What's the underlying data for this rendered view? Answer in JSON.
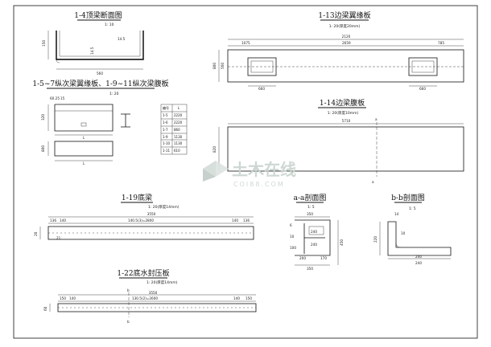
{
  "views": {
    "v1": {
      "title": "1-4顶梁断面图",
      "scale": "1: 10",
      "dims": {
        "width": "560",
        "height": "150",
        "thickness": "14.5",
        "lip": "14.5"
      }
    },
    "v2": {
      "title": "1-5~7纵次梁翼缘板、1-9~11纵次梁腹板",
      "scale": "1: 20",
      "dims": {
        "top_a": "60.25",
        "top_b": "15",
        "height": "320",
        "height2": "800",
        "len_l": "L",
        "len_l2": "L"
      }
    },
    "v3": {
      "title": "1-13边梁翼缘板",
      "scale": "1: 20(厚度20mm)",
      "dims": {
        "left": "1075",
        "middle": "2659",
        "right": "785",
        "total": "2120",
        "h1": "800",
        "h2": "560",
        "bot_left": "660",
        "bot_right": "660"
      }
    },
    "v4": {
      "title": "1-14边梁腹板",
      "scale": "1: 20(厚度10mm)",
      "dims": {
        "len": "5710",
        "height": "820",
        "mark_a": "a",
        "mark_a2": "a"
      }
    },
    "v5": {
      "title": "1-19底梁",
      "scale": "1: 20(厚度14mm)",
      "dims": {
        "total": "3550",
        "left": "136",
        "left2": "140",
        "mid": "140.5(3)=2800",
        "right": "140",
        "right2": "136",
        "h": "20",
        "h2": "21"
      }
    },
    "v6": {
      "title": "1-22底水封压板",
      "scale": "1: 20(厚度14mm)",
      "dims": {
        "total": "3550",
        "left": "150",
        "left2": "140",
        "mid": "130.5(2)=2600",
        "right": "140",
        "right2": "150",
        "h": "60",
        "mark_b": "b",
        "mark_b2": "b"
      }
    },
    "v7": {
      "title": "a-a剖面图",
      "scale": "1: 5",
      "dims": {
        "top": "350",
        "inner": "240",
        "w": "240",
        "h": "100",
        "l1": "6",
        "l2": "10",
        "l3": "200",
        "l4": "170",
        "bot": "350",
        "side": "450"
      }
    },
    "v8": {
      "title": "b-b剖面图",
      "scale": "1: 5",
      "dims": {
        "t": "14",
        "t2": "10",
        "h": "220",
        "w": "240",
        "bot": "240"
      }
    }
  },
  "table": {
    "headers": [
      "编号",
      "L"
    ],
    "rows": [
      [
        "1-5",
        "2220"
      ],
      [
        "1-6",
        "2220"
      ],
      [
        "1-7",
        "860"
      ],
      [
        "1-9",
        "1130"
      ],
      [
        "1-10",
        "1130"
      ],
      [
        "1-11",
        "610"
      ]
    ]
  },
  "watermark": {
    "main": "土木在线",
    "sub": "COI88.COM"
  }
}
